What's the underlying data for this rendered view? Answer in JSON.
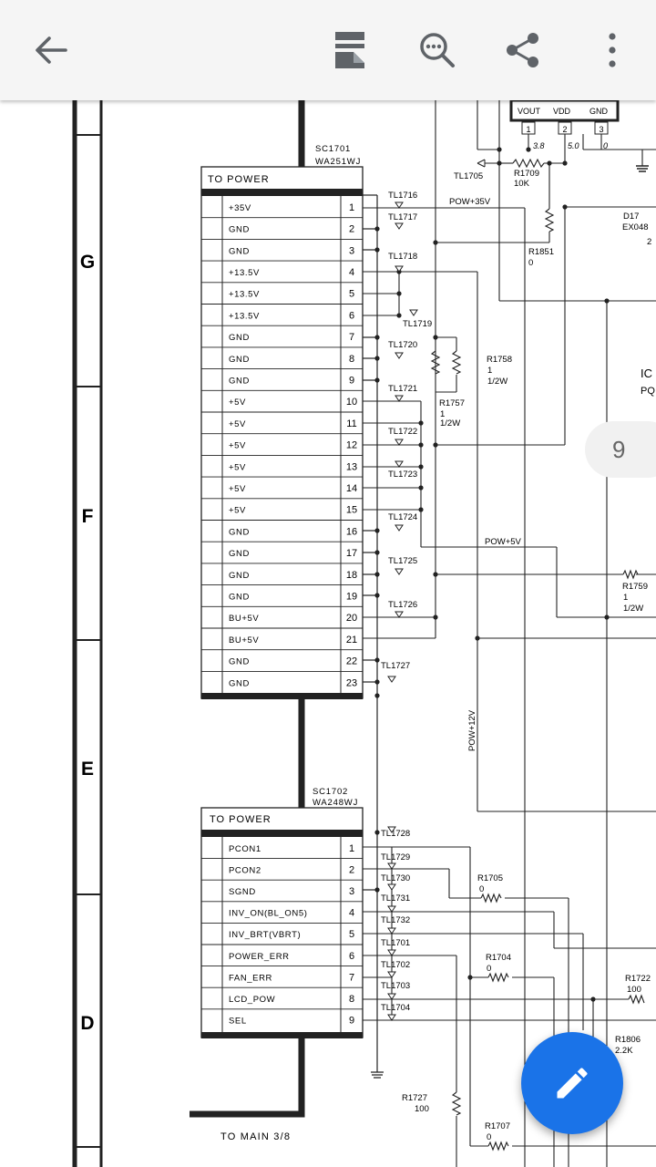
{
  "toolbar": {
    "back_icon": "arrow-back-icon",
    "reading_mode_icon": "reading-mode-icon",
    "search_icon": "search-in-document-icon",
    "share_icon": "share-icon",
    "more_icon": "more-vert-icon"
  },
  "page_indicator": "9",
  "fab_icon": "edit-pencil-icon",
  "schematic": {
    "zone_labels": [
      "G",
      "F",
      "E",
      "D"
    ],
    "connector1": {
      "ref": "SC1701",
      "part": "WA251WJ",
      "title": "TO POWER",
      "pins": [
        {
          "label": "+35V",
          "num": "1"
        },
        {
          "label": "GND",
          "num": "2"
        },
        {
          "label": "GND",
          "num": "3"
        },
        {
          "label": "+13.5V",
          "num": "4"
        },
        {
          "label": "+13.5V",
          "num": "5"
        },
        {
          "label": "+13.5V",
          "num": "6"
        },
        {
          "label": "GND",
          "num": "7"
        },
        {
          "label": "GND",
          "num": "8"
        },
        {
          "label": "GND",
          "num": "9"
        },
        {
          "label": "+5V",
          "num": "10"
        },
        {
          "label": "+5V",
          "num": "11"
        },
        {
          "label": "+5V",
          "num": "12"
        },
        {
          "label": "+5V",
          "num": "13"
        },
        {
          "label": "+5V",
          "num": "14"
        },
        {
          "label": "+5V",
          "num": "15"
        },
        {
          "label": "GND",
          "num": "16"
        },
        {
          "label": "GND",
          "num": "17"
        },
        {
          "label": "GND",
          "num": "18"
        },
        {
          "label": "GND",
          "num": "19"
        },
        {
          "label": "BU+5V",
          "num": "20"
        },
        {
          "label": "BU+5V",
          "num": "21"
        },
        {
          "label": "GND",
          "num": "22"
        },
        {
          "label": "GND",
          "num": "23"
        }
      ]
    },
    "connector2": {
      "ref": "SC1702",
      "part": "WA248WJ",
      "title": "TO POWER",
      "pins": [
        {
          "label": "PCON1",
          "num": "1"
        },
        {
          "label": "PCON2",
          "num": "2"
        },
        {
          "label": "SGND",
          "num": "3"
        },
        {
          "label": "INV_ON(BL_ON5)",
          "num": "4"
        },
        {
          "label": "INV_BRT(VBRT)",
          "num": "5"
        },
        {
          "label": "POWER_ERR",
          "num": "6"
        },
        {
          "label": "FAN_ERR",
          "num": "7"
        },
        {
          "label": "LCD_POW",
          "num": "8"
        },
        {
          "label": "SEL",
          "num": "9"
        }
      ]
    },
    "test_points_1": [
      "TL1716",
      "TL1717",
      "TL1718",
      "TL1719",
      "TL1720",
      "TL1721",
      "TL1722",
      "TL1723",
      "TL1724",
      "TL1725",
      "TL1726",
      "TL1727"
    ],
    "test_points_2": [
      "TL1728",
      "TL1729",
      "TL1730",
      "TL1731",
      "TL1732",
      "TL1701",
      "TL1702",
      "TL1703",
      "TL1704"
    ],
    "regulator": {
      "vout": "VOUT",
      "vdd": "VDD",
      "gnd": "GND",
      "p1": "1",
      "p2": "2",
      "p3": "3",
      "v1": "3.8",
      "v2": "5.0",
      "v3": "0"
    },
    "tl1705": "TL1705",
    "r1709": {
      "ref": "R1709",
      "val": "10K"
    },
    "r1851": {
      "ref": "R1851",
      "val": "0"
    },
    "r1758": {
      "ref": "R1758",
      "val": "1",
      "rating": "1/2W"
    },
    "r1757": {
      "ref": "R1757",
      "val": "1",
      "rating": "1/2W"
    },
    "r1759": {
      "ref": "R1759",
      "val": "1",
      "rating": "1/2W"
    },
    "r1705": {
      "ref": "R1705",
      "val": "0"
    },
    "r1704": {
      "ref": "R1704",
      "val": "0"
    },
    "r1722": {
      "ref": "R1722",
      "val": "100"
    },
    "r1806": {
      "ref": "R1806",
      "val": "2.2K"
    },
    "r1727": {
      "ref": "R1727",
      "val": "100"
    },
    "r1707": {
      "ref": "R1707",
      "val": "0"
    },
    "d17": {
      "ref": "D17",
      "part": "EX048",
      "pin": "2"
    },
    "ic_ref": "IC",
    "ic_part": "PQ",
    "net_pow35": "POW+35V",
    "net_pow5": "POW+5V",
    "net_pow12": "POW+12V",
    "to_main": "TO MAIN 3/8"
  }
}
